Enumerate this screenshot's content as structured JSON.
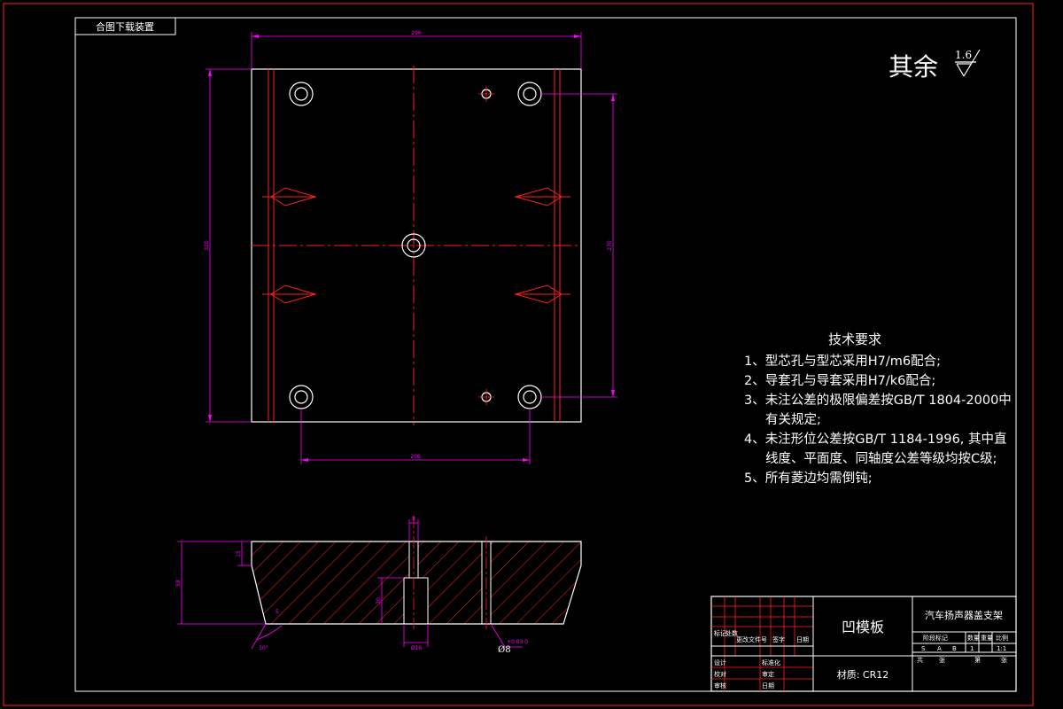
{
  "corner_label": "合图下载装置",
  "roughness": {
    "prefix": "其余",
    "value": "1.6"
  },
  "tech_requirements": {
    "title": "技术要求",
    "lines": [
      "1、型芯孔与型芯采用H7/m6配合;",
      "2、导套孔与导套采用H7/k6配合;",
      "3、未注公差的极限偏差按GB/T 1804-2000中",
      "有关规定;",
      "4、未注形位公差按GB/T 1184-1996, 其中直",
      "线度、平面度、同轴度公差等级均按C级;",
      "5、所有菱边均需倒钝;"
    ]
  },
  "dimensions": {
    "top_width": "296",
    "left_height": "320",
    "right_height": "270",
    "bottom_width": "206",
    "section_height": "58",
    "section_top": "15",
    "pocket_height": "30",
    "pin_top": "8",
    "pocket_width": "Ø16",
    "hole_dia": "Ø8",
    "hole_tol": "+0.03 0",
    "chamfer_angle": "30°",
    "chamfer_size": "5"
  },
  "title_block": {
    "part_name": "凹模板",
    "project": "汽车扬声器盖支架",
    "material": "材质: CR12",
    "rev_headers": [
      "标记",
      "处数",
      "更改文件号",
      "签字",
      "日期"
    ],
    "sign_rows": [
      "设计",
      "校对",
      "审核"
    ],
    "sign_cols": [
      "标准化",
      "审定",
      "日期"
    ],
    "stage_headers": [
      "阶段标记",
      "数量",
      "重量",
      "比例"
    ],
    "stage_values": [
      "S",
      "A",
      "B",
      "1",
      "1:1"
    ],
    "sheet_labels": [
      "共",
      "张",
      "第",
      "张"
    ]
  }
}
